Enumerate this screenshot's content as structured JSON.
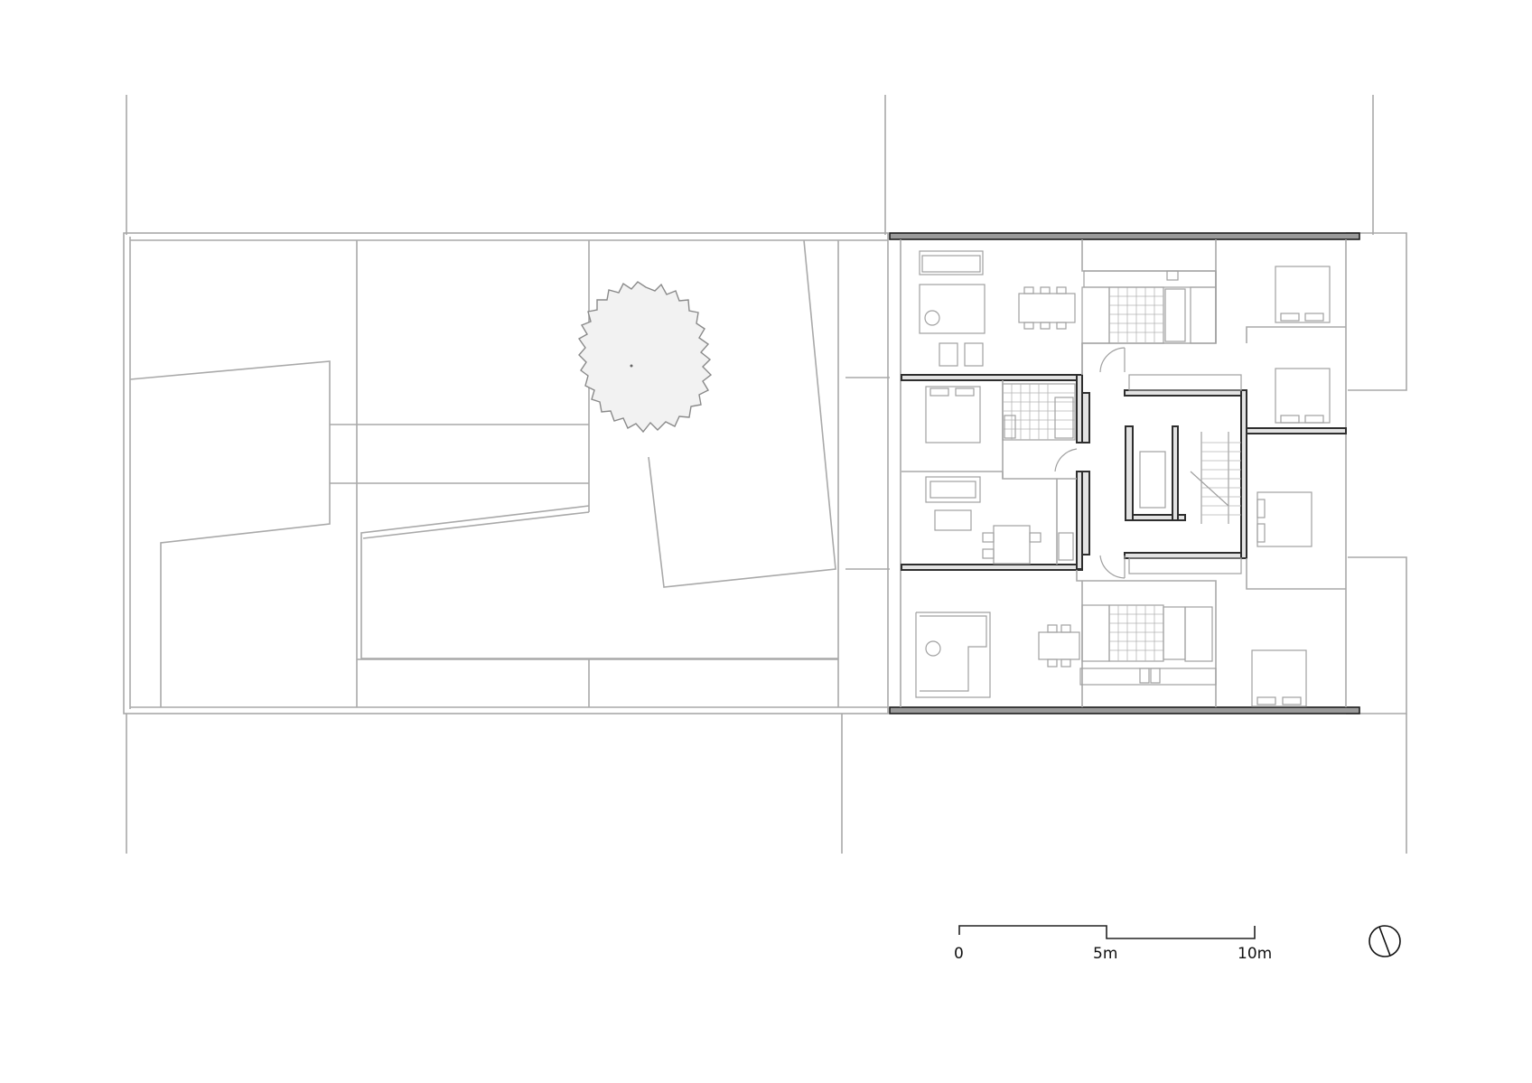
{
  "scale_bar": {
    "labels": [
      "0",
      "5m",
      "10m"
    ]
  },
  "colors": {
    "linework": "#a9a9a9",
    "walls": "#2e2e2e",
    "wall_fill": "#e3e3e3",
    "tree_fill": "#f2f2f2"
  },
  "icons": {
    "north_arrow": "north-arrow-icon",
    "tree": "tree-canopy-icon"
  }
}
